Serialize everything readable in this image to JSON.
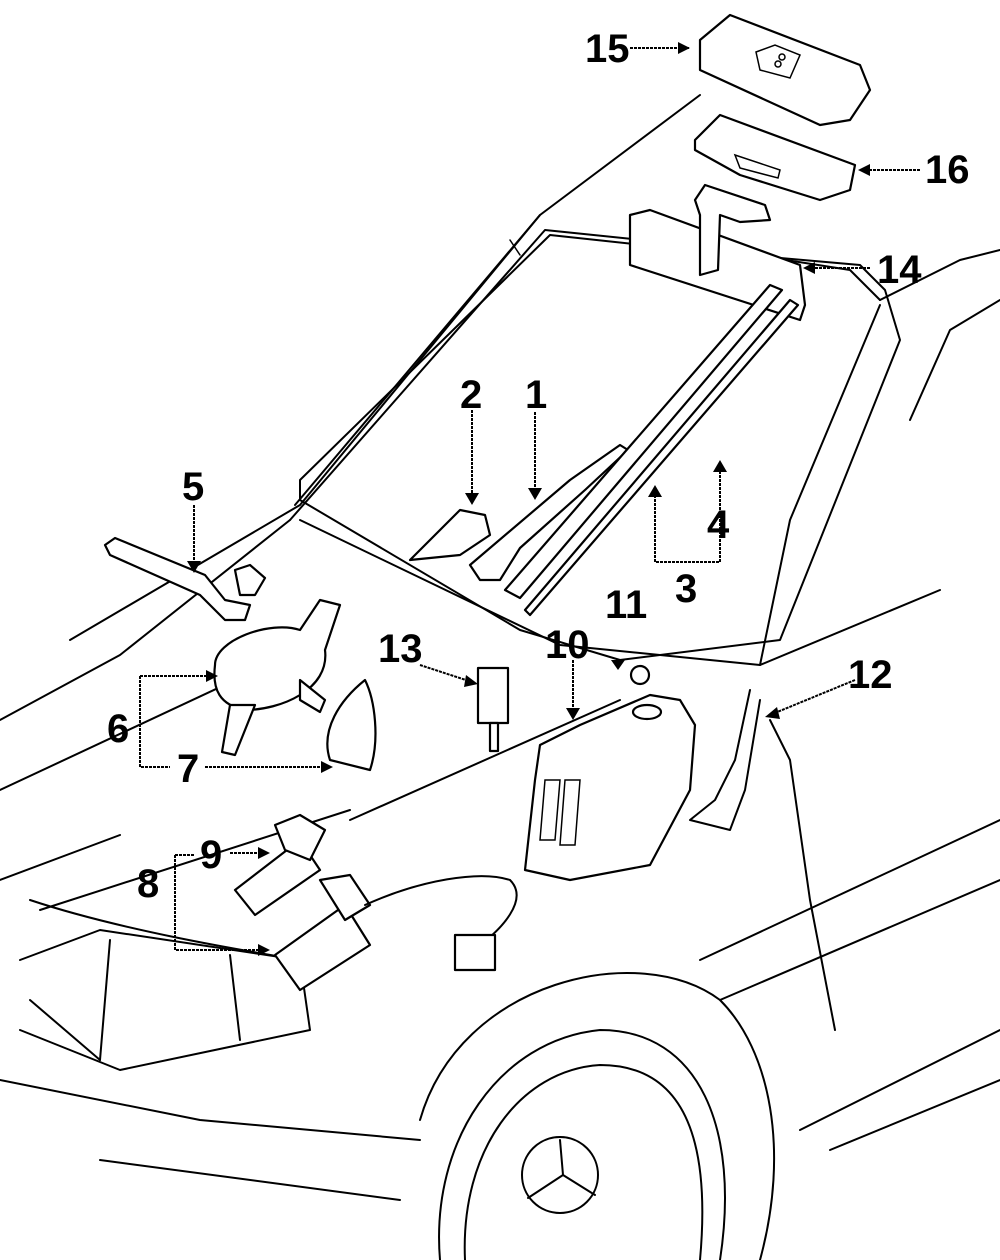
{
  "diagram": {
    "title": "",
    "subject": "Windshield wiper and washer components / interior mirror & sun visor",
    "callouts": [
      {
        "id": "1",
        "label": "1",
        "part": "wiper-arm"
      },
      {
        "id": "2",
        "label": "2",
        "part": "wiper-arm-cover"
      },
      {
        "id": "3",
        "label": "3",
        "part": "wiper-blade"
      },
      {
        "id": "4",
        "label": "4",
        "part": "wiper-blade-refill"
      },
      {
        "id": "5",
        "label": "5",
        "part": "wiper-linkage"
      },
      {
        "id": "6",
        "label": "6",
        "part": "wiper-motor"
      },
      {
        "id": "7",
        "label": "7",
        "part": "motor-gasket"
      },
      {
        "id": "8",
        "label": "8",
        "part": "washer-pump-assembly"
      },
      {
        "id": "9",
        "label": "9",
        "part": "washer-pump"
      },
      {
        "id": "10",
        "label": "10",
        "part": "washer-reservoir"
      },
      {
        "id": "11",
        "label": "11",
        "part": "reservoir-cap"
      },
      {
        "id": "12",
        "label": "12",
        "part": "washer-hose"
      },
      {
        "id": "13",
        "label": "13",
        "part": "level-sensor"
      },
      {
        "id": "14",
        "label": "14",
        "part": "rear-view-mirror"
      },
      {
        "id": "15",
        "label": "15",
        "part": "dome-lamp-lens"
      },
      {
        "id": "16",
        "label": "16",
        "part": "lamp-cover"
      }
    ]
  }
}
